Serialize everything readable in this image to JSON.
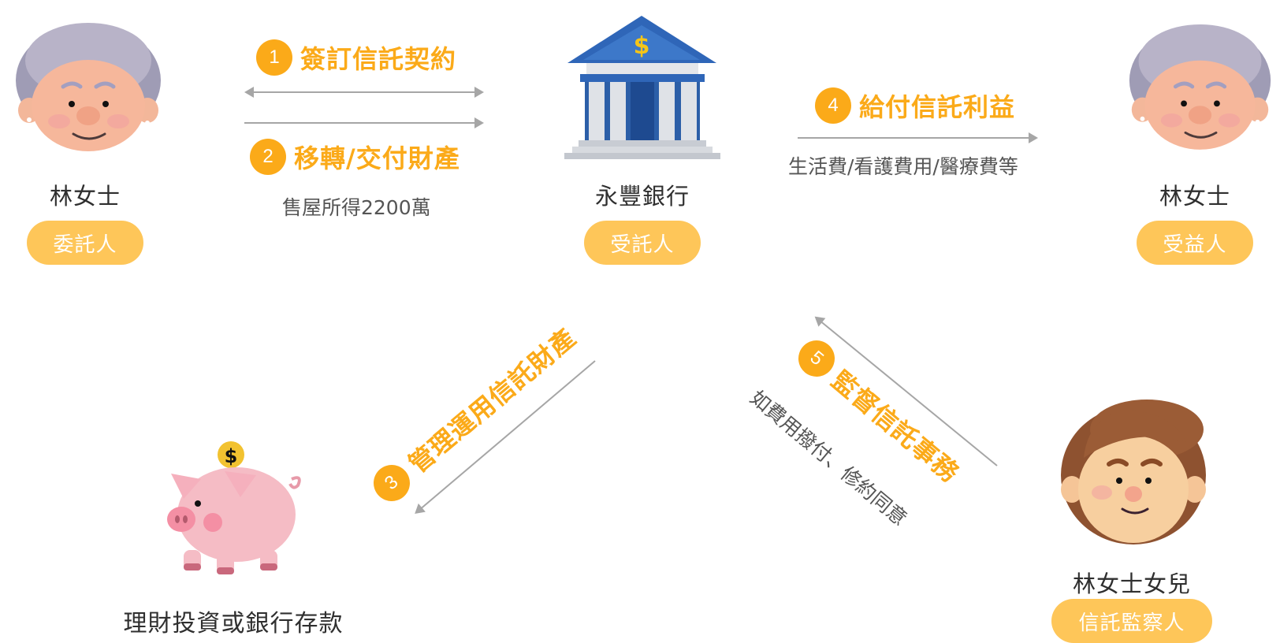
{
  "colors": {
    "accent_orange": "#FBAA19",
    "pill_yellow": "#FEC659",
    "text_dark": "#2F2F2F",
    "text_sub": "#555555",
    "arrow_gray": "#A6A6A6"
  },
  "parties": {
    "settlor": {
      "name": "林女士",
      "role": "委託人",
      "icon": "grandma-avatar-icon"
    },
    "trustee": {
      "name": "永豐銀行",
      "role": "受託人",
      "icon": "bank-building-icon"
    },
    "beneficiary": {
      "name": "林女士",
      "role": "受益人",
      "icon": "grandma-avatar-icon"
    },
    "supervisor": {
      "name": "林女士女兒",
      "role": "信託監察人",
      "icon": "daughter-avatar-icon"
    },
    "investment": {
      "caption": "理財投資或銀行存款",
      "icon": "piggy-bank-icon"
    }
  },
  "steps": [
    {
      "num": "1",
      "title": "簽訂信託契約",
      "detail": ""
    },
    {
      "num": "2",
      "title": "移轉/交付財產",
      "detail": "售屋所得2200萬"
    },
    {
      "num": "3",
      "title": "管理運用信託財產",
      "detail": ""
    },
    {
      "num": "4",
      "title": "給付信託利益",
      "detail": "生活費/看護費用/醫療費等"
    },
    {
      "num": "5",
      "title": "監督信託事務",
      "detail": "如費用撥付、修約同意"
    }
  ]
}
